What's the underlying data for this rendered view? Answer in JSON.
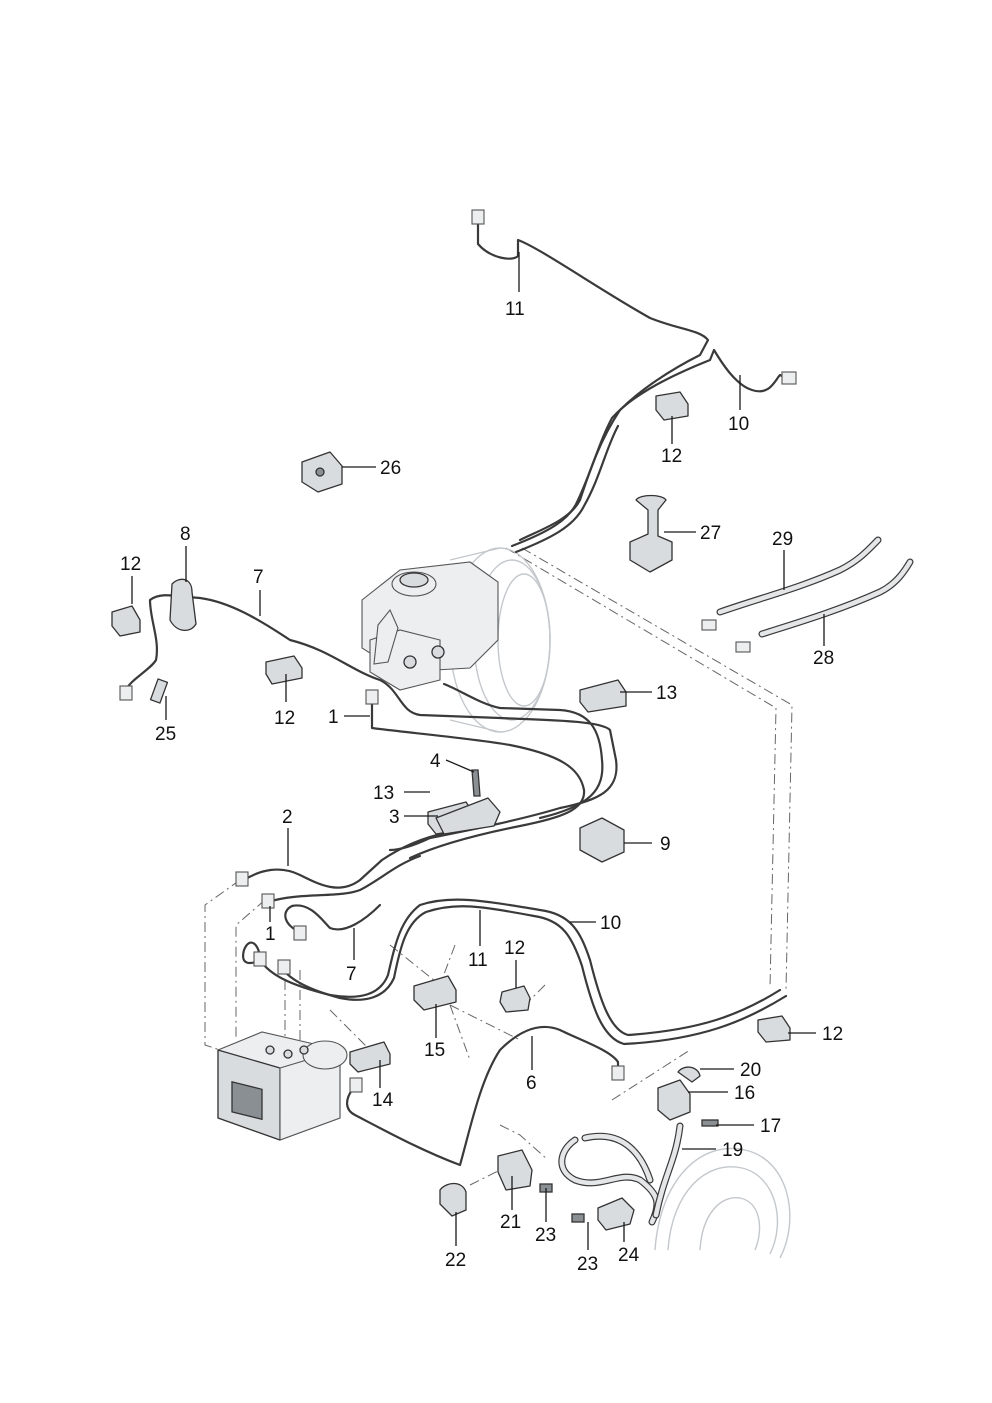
{
  "callouts": [
    {
      "id": "c11a",
      "text": "11"
    },
    {
      "id": "c10a",
      "text": "10"
    },
    {
      "id": "c12a",
      "text": "12"
    },
    {
      "id": "c26",
      "text": "26"
    },
    {
      "id": "c27",
      "text": "27"
    },
    {
      "id": "c29",
      "text": "29"
    },
    {
      "id": "c28",
      "text": "28"
    },
    {
      "id": "c8",
      "text": "8"
    },
    {
      "id": "c12b",
      "text": "12"
    },
    {
      "id": "c7a",
      "text": "7"
    },
    {
      "id": "c12c",
      "text": "12"
    },
    {
      "id": "c25",
      "text": "25"
    },
    {
      "id": "c1a",
      "text": "1"
    },
    {
      "id": "c13a",
      "text": "13"
    },
    {
      "id": "c4",
      "text": "4"
    },
    {
      "id": "c13b",
      "text": "13"
    },
    {
      "id": "c3",
      "text": "3"
    },
    {
      "id": "c9",
      "text": "9"
    },
    {
      "id": "c2",
      "text": "2"
    },
    {
      "id": "c1b",
      "text": "1"
    },
    {
      "id": "c7b",
      "text": "7"
    },
    {
      "id": "c11b",
      "text": "11"
    },
    {
      "id": "c10b",
      "text": "10"
    },
    {
      "id": "c12d",
      "text": "12"
    },
    {
      "id": "c15",
      "text": "15"
    },
    {
      "id": "c12e",
      "text": "12"
    },
    {
      "id": "c14",
      "text": "14"
    },
    {
      "id": "c6",
      "text": "6"
    },
    {
      "id": "c20",
      "text": "20"
    },
    {
      "id": "c16",
      "text": "16"
    },
    {
      "id": "c17",
      "text": "17"
    },
    {
      "id": "c19",
      "text": "19"
    },
    {
      "id": "c21",
      "text": "21"
    },
    {
      "id": "c23a",
      "text": "23"
    },
    {
      "id": "c22",
      "text": "22"
    },
    {
      "id": "c23b",
      "text": "23"
    },
    {
      "id": "c24",
      "text": "24"
    }
  ]
}
